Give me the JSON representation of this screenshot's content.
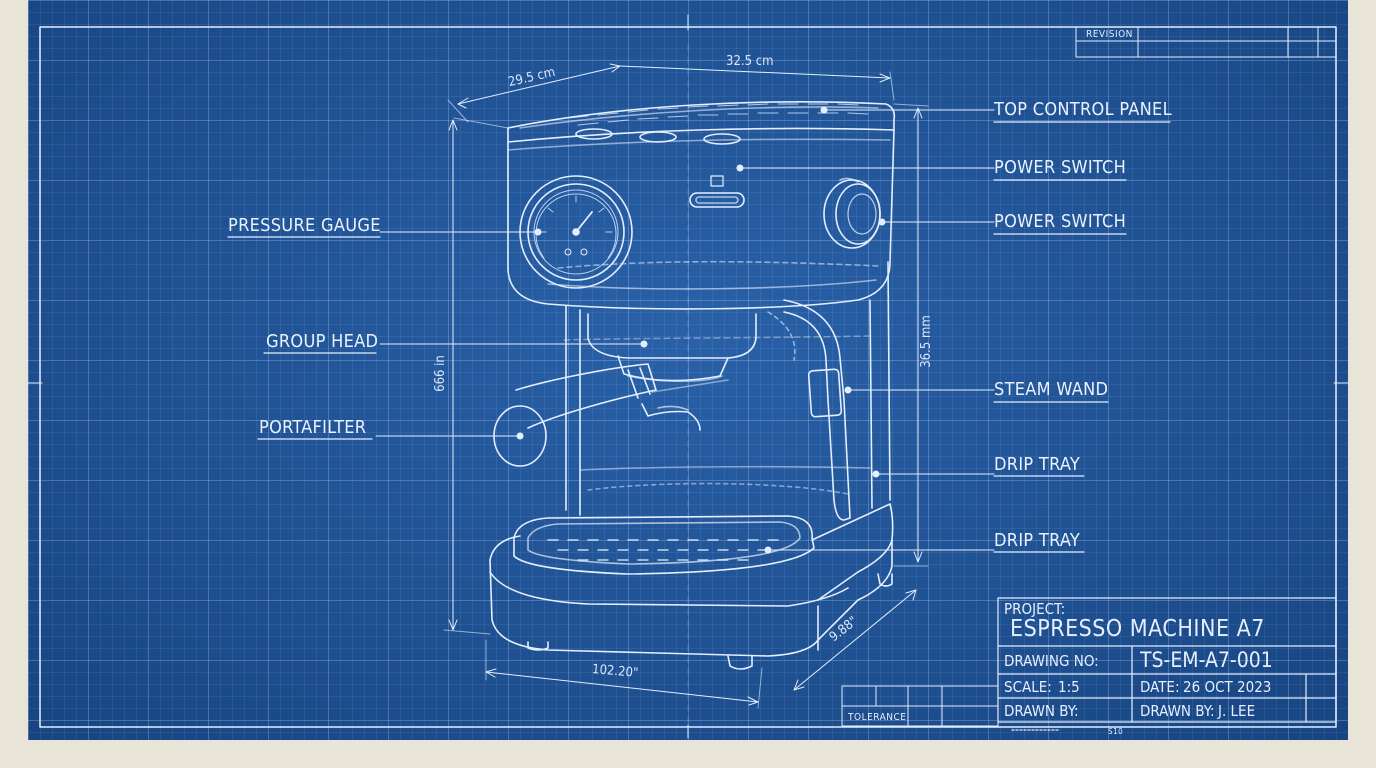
{
  "revision_block": {
    "label": "REVISION"
  },
  "labels": {
    "top_control_panel": "TOP CONTROL PANEL",
    "power_switch_1": "POWER SWITCH",
    "power_switch_2": "POWER SWITCH",
    "pressure_gauge": "PRESSURE GAUGE",
    "group_head": "GROUP HEAD",
    "portafilter": "PORTAFILTER",
    "steam_wand": "STEAM WAND",
    "drip_tray_1": "DRIP TRAY",
    "drip_tray_2": "DRIP TRAY"
  },
  "dimensions": {
    "depth_top": "29.5 cm",
    "width_top": "32.5 cm",
    "height_left": "666 in",
    "height_right": "36.5 mm",
    "base_width": "102.20\"",
    "base_depth": "9.88\""
  },
  "title_block": {
    "project_label": "PROJECT:",
    "project_name": "ESPRESSO MACHINE A7",
    "drawing_no_label": "DRAWING NO:",
    "drawing_no": "TS-EM-A7-001",
    "scale_label": "SCALE:",
    "scale": "1:5",
    "date_label": "DATE:",
    "date": "26 OCT 2023",
    "drawn_by_label_left": "DRAWN BY:",
    "drawn_by_label": "DRAWN BY:",
    "drawn_by": "J. LEE",
    "tolerance_label": "TOLERANCE",
    "sheet_mark": "S10"
  },
  "colors": {
    "paper": "#1f5496",
    "line": "#e3eeff",
    "border": "#e9e4d8"
  }
}
